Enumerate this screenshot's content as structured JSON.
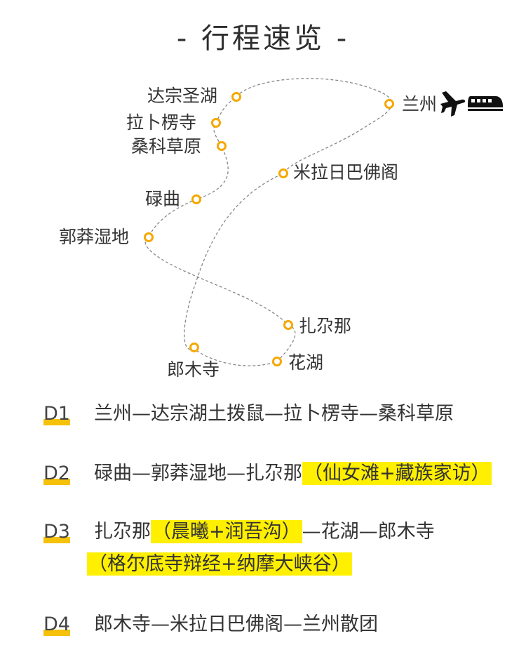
{
  "title": "- 行程速览 -",
  "map": {
    "places": {
      "dazonghu": "达宗圣湖",
      "lanzhou": "兰州",
      "labuleng": "拉卜楞寺",
      "sangke": "桑科草原",
      "milari": "米拉日巴佛阁",
      "luqu": "碌曲",
      "gaomang": "郭莽湿地",
      "zhaerna": "扎尕那",
      "langmu": "郎木寺",
      "huahu": "花湖"
    },
    "marker_color": "#f5a800",
    "route_color": "#888888",
    "icons": [
      "airplane-icon",
      "train-icon"
    ]
  },
  "days": [
    {
      "label": "D1",
      "text": "兰州—达宗湖土拨鼠—拉卜楞寺—桑科草原",
      "highlight": ""
    },
    {
      "label": "D2",
      "text": "碌曲—郭莽湿地—扎尕那",
      "highlight": "（仙女滩+藏族家访）"
    },
    {
      "label": "D3",
      "text_before": "扎尕那",
      "highlight": "（晨曦+润吾沟）",
      "text_after": "—花湖—郎木寺",
      "line2_highlight": "（格尔底寺辩经+纳摩大峡谷）"
    },
    {
      "label": "D4",
      "text": "郎木寺—米拉日巴佛阁—兰州散团",
      "highlight": ""
    }
  ],
  "colors": {
    "label_underline": "#f5c10a",
    "highlight": "#ffef00"
  }
}
